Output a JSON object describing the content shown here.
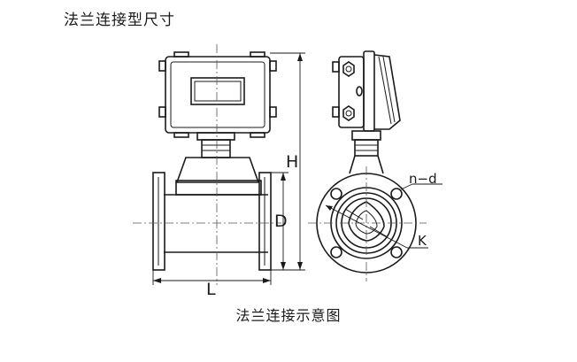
{
  "title": "法兰连接型尺寸",
  "caption": "法兰连接示意图",
  "dimensions": {
    "height": "H",
    "diameter": "D",
    "length": "L",
    "bolt_holes": "n−d",
    "pitch_circle": "K"
  }
}
